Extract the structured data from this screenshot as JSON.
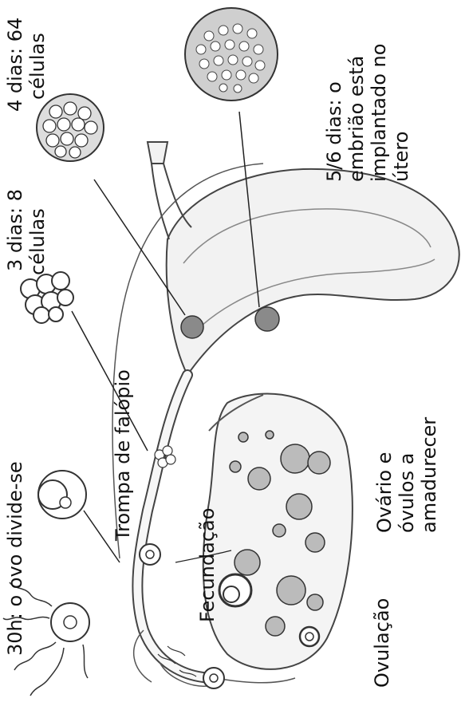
{
  "labels": {
    "ovulation": "Ovulação",
    "fertilization": "Fecundação",
    "tube": "Trompa de falópio",
    "division_30h": "30h: o ovo divide-se",
    "day3_line1": "3 dias: 8",
    "day3_line2": "células",
    "day4_line1": "4 dias: 64",
    "day4_line2": "células",
    "implant_line1": "5/6 dias: o",
    "implant_line2": "embrião está",
    "implant_line3": "implantado no",
    "implant_line4": "útero",
    "ovary_line1": "Ovário e",
    "ovary_line2": "óvulos a",
    "ovary_line3": "amadurecer"
  },
  "colors": {
    "ink": "#111111",
    "stroke": "#444444",
    "tissue_fill": "#f2f2f2",
    "morula_fill": "#8a8a8a"
  }
}
